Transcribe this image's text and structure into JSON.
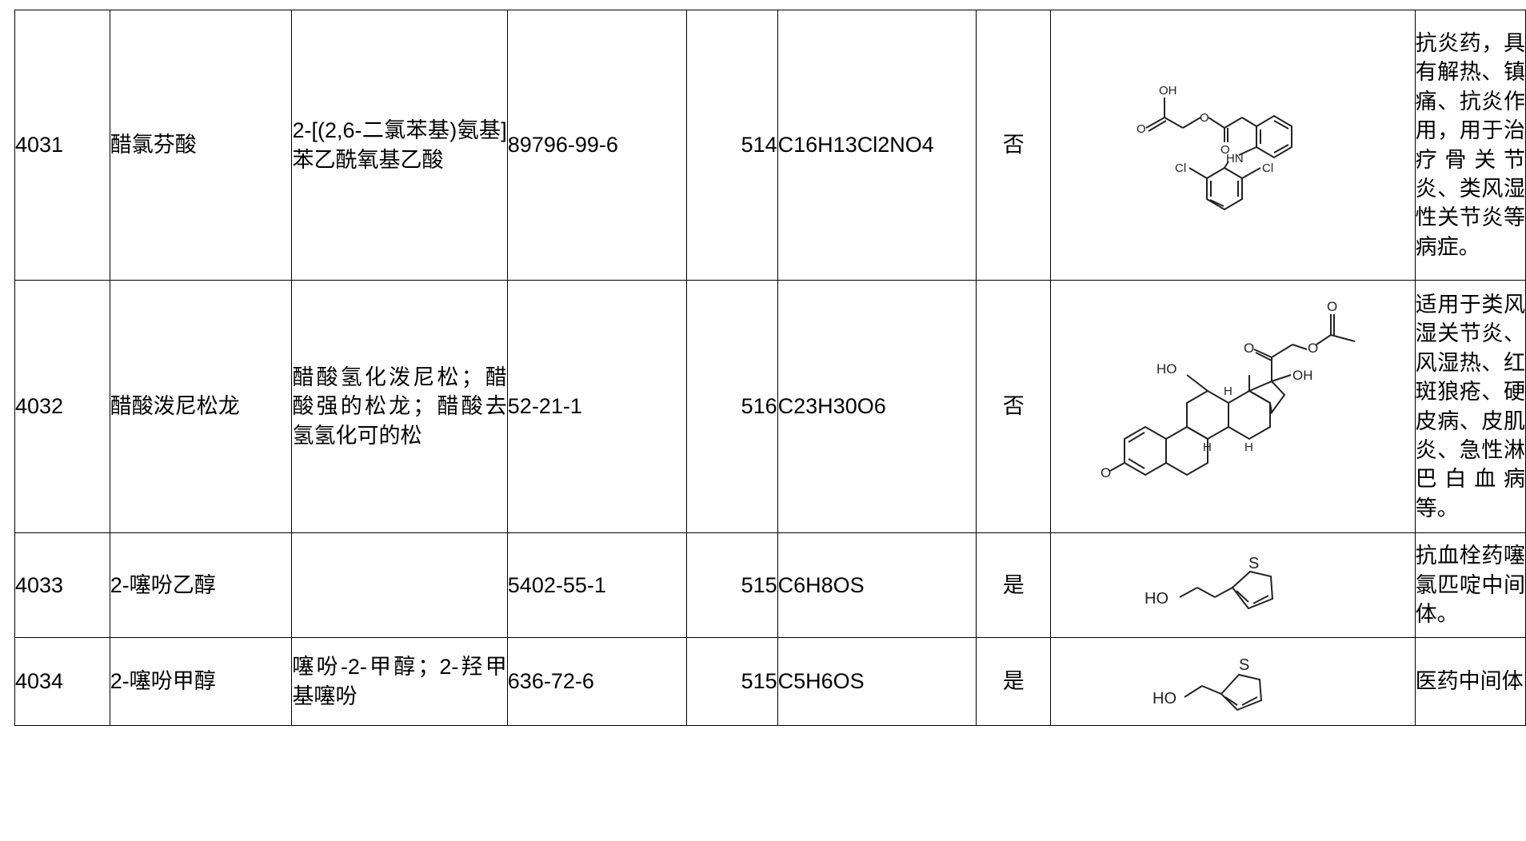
{
  "rows": [
    {
      "id": "4031",
      "name": "醋氯芬酸",
      "synonym": "2-[(2,6-二氯苯基)氨基]苯乙酰氧基乙酸",
      "cas": "89796-99-6",
      "code": "514",
      "formula": "C16H13Cl2NO4",
      "flag": "否",
      "use": "抗炎药，具有解热、镇痛、抗炎作用，用于治疗骨关节炎、类风湿性关节炎等病症。",
      "structure_labels": {
        "oh": "OH",
        "o1": "O",
        "o2": "O",
        "o3": "O",
        "hn": "HN",
        "cl1": "Cl",
        "cl2": "Cl"
      }
    },
    {
      "id": "4032",
      "name": "醋酸泼尼松龙",
      "synonym": "醋酸氢化泼尼松；醋酸强的松龙；醋酸去氢氢化可的松",
      "cas": "52-21-1",
      "code": "516",
      "formula": "C23H30O6",
      "flag": "否",
      "use": "适用于类风湿关节炎、风湿热、红斑狼疮、硬皮病、皮肌炎、急性淋巴白血病等。",
      "structure_labels": {
        "ho": "HO",
        "oh": "OH",
        "o1": "O",
        "o2": "O",
        "o3": "O",
        "o4": "O",
        "h1": "H",
        "h2": "H",
        "h3": "H"
      }
    },
    {
      "id": "4033",
      "name": "2-噻吩乙醇",
      "synonym": "",
      "cas": "5402-55-1",
      "code": "515",
      "formula": "C6H8OS",
      "flag": "是",
      "use": "抗血栓药噻氯匹啶中间体。",
      "structure_labels": {
        "ho": "HO",
        "s": "S"
      }
    },
    {
      "id": "4034",
      "name": "2-噻吩甲醇",
      "synonym": "噻吩-2-甲醇；2-羟甲基噻吩",
      "cas": "636-72-6",
      "code": "515",
      "formula": "C5H6OS",
      "flag": "是",
      "use": "医药中间体",
      "structure_labels": {
        "ho": "HO",
        "s": "S"
      }
    }
  ]
}
